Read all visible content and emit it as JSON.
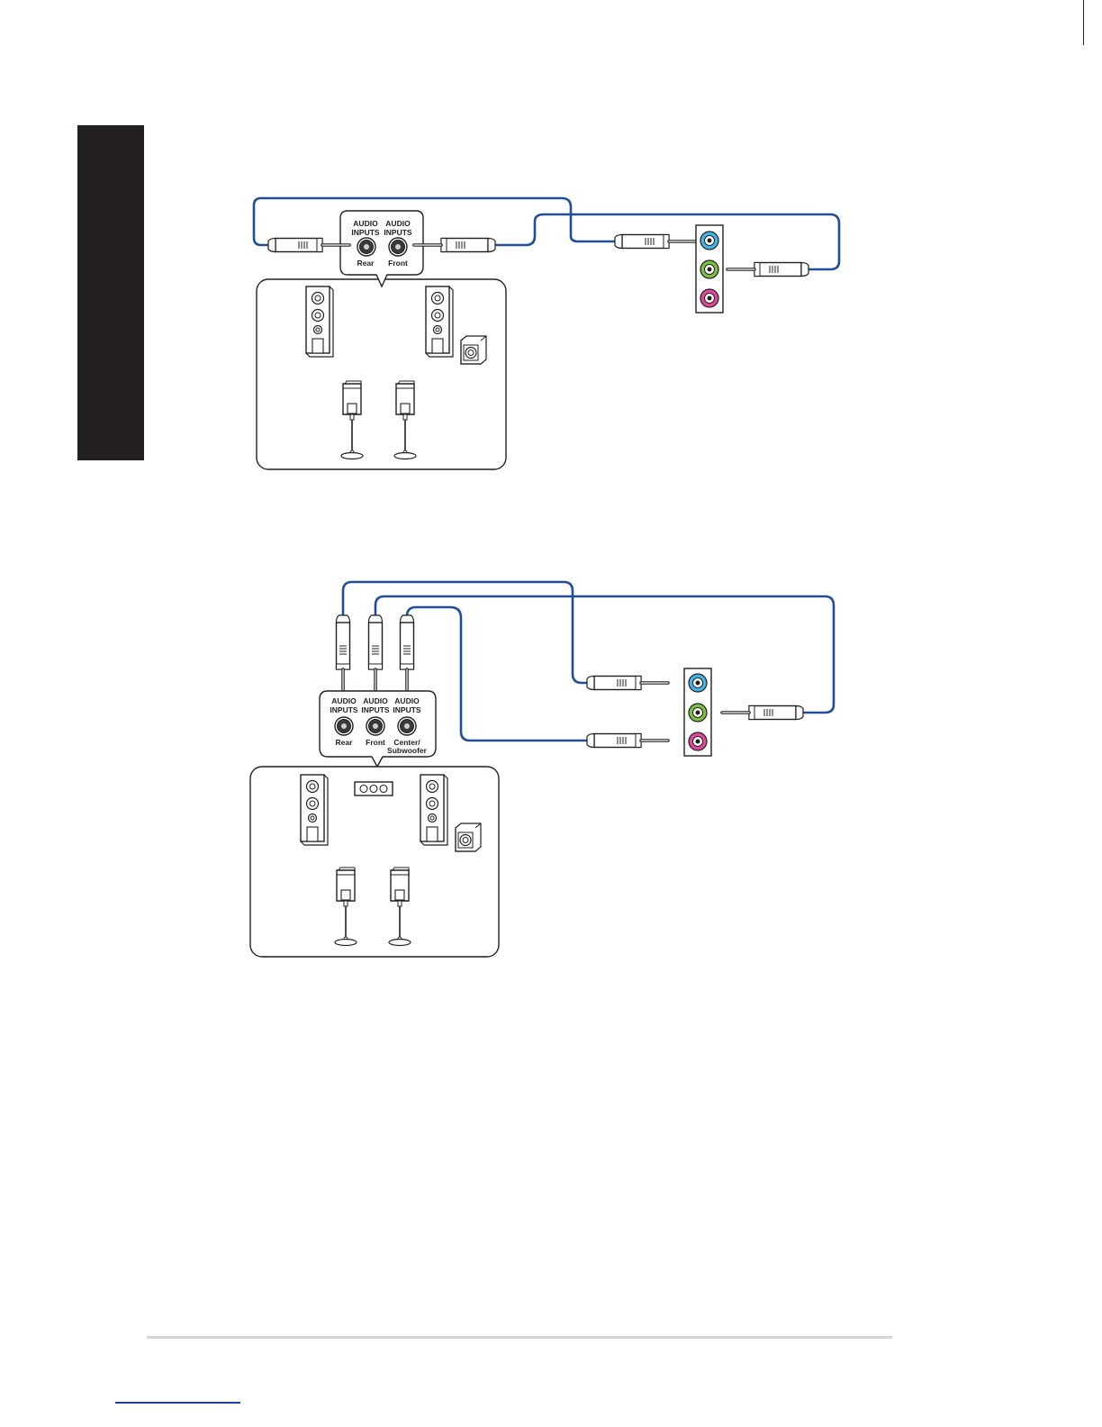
{
  "diagram_4ch": {
    "jack_box": {
      "heading_1": "AUDIO",
      "heading_2": "INPUTS",
      "jacks": [
        "Rear",
        "Front"
      ]
    }
  },
  "diagram_6ch": {
    "jack_box": {
      "heading_1": "AUDIO",
      "heading_2": "INPUTS",
      "jacks": [
        "Rear",
        "Front",
        "Center/",
        "Subwoofer"
      ]
    }
  },
  "io_panel": {
    "port_colors": [
      "#41b6e6",
      "#7ac143",
      "#e0489b"
    ],
    "port_names": [
      "line-in-port",
      "line-out-port",
      "mic-port"
    ]
  },
  "colors": {
    "cable": "#1f4f9b",
    "ink": "#231f20",
    "side_tab": "#231f20"
  }
}
